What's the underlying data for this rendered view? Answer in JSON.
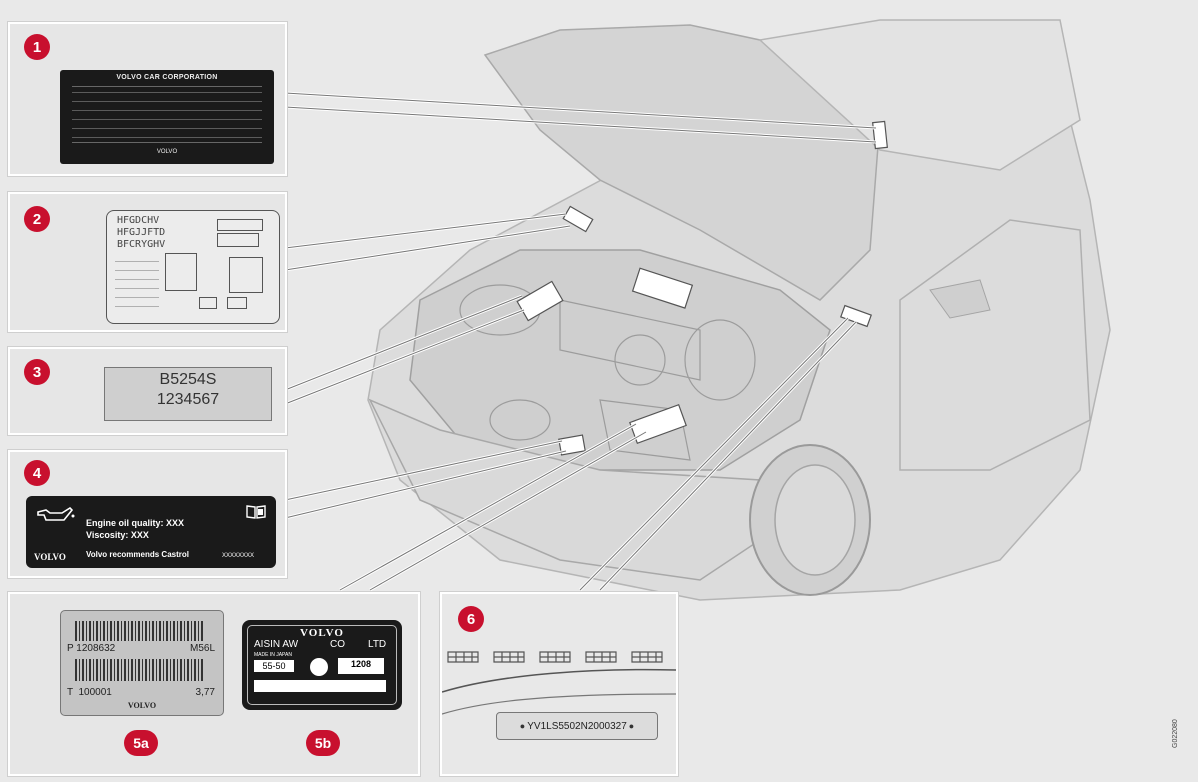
{
  "callouts": {
    "c1": "1",
    "c2": "2",
    "c3": "3",
    "c4": "4",
    "c5a": "5a",
    "c5b": "5b",
    "c6": "6"
  },
  "label1": {
    "title": "VOLVO CAR CORPORATION",
    "brand": "VOLVO"
  },
  "label2": {
    "line1": "HFGDCHV",
    "line2": "HFGJJFTD",
    "line3": "BFCRYGHV"
  },
  "label3": {
    "engine_type": "B5254S",
    "serial": "1234567"
  },
  "label4": {
    "quality": "Engine oil quality: XXX",
    "viscosity": "Viscosity: XXX",
    "brand": "VOLVO",
    "recommend": "Volvo recommends Castrol",
    "code": "XXXXXXXX"
  },
  "label5a": {
    "part": "P 1208632",
    "model": "M56L",
    "serial": "T  100001",
    "ratio": "3,77",
    "brand": "VOLVO"
  },
  "label5b": {
    "brand": "VOLVO",
    "maker": "AISIN AW",
    "co": "CO",
    "ltd": "LTD",
    "made_in": "MADE IN JAPAN",
    "type": "55-50",
    "code": "1208"
  },
  "label6": {
    "vin": "YV1LS5502N2000327"
  },
  "figure_id": "G022080",
  "colors": {
    "badge": "#c8102e",
    "panel": "#e6e6e6",
    "label_dark": "#1a1a1a",
    "car_line": "#b5b5b5"
  }
}
